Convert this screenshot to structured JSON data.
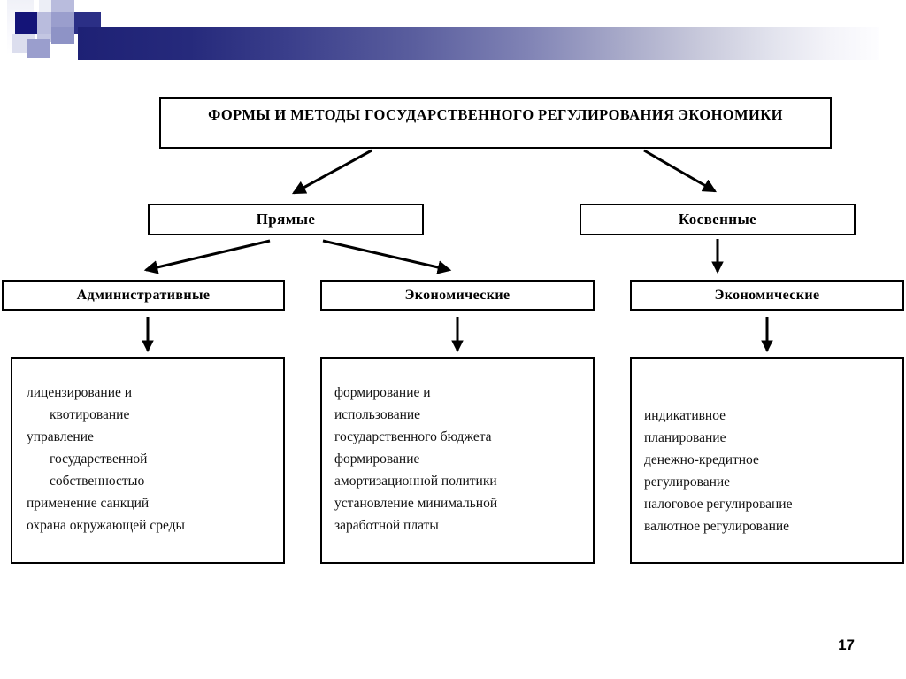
{
  "slide": {
    "page_number": "17",
    "accent_colors": {
      "navy": "#141478",
      "gradient_start": "#1e2175",
      "gradient_end": "#ffffff",
      "periwinkle": "#9a9ecd",
      "lilac": "#b9bcdd",
      "border": "#000000"
    }
  },
  "diagram": {
    "title": "ФОРМЫ И МЕТОДЫ ГОСУДАРСТВЕННОГО РЕГУЛИРОВАНИЯ ЭКОНОМИКИ",
    "level2": {
      "direct": "Прямые",
      "indirect": "Косвенные"
    },
    "level3": {
      "administrative": "Административные",
      "economic_direct": "Экономические",
      "economic_indirect": "Экономические"
    },
    "content": {
      "administrative": [
        {
          "text": "лицензирование и",
          "indent": false
        },
        {
          "text": "квотирование",
          "indent": true
        },
        {
          "text": "управление",
          "indent": false
        },
        {
          "text": "государственной",
          "indent": true
        },
        {
          "text": "собственностью",
          "indent": true
        },
        {
          "text": "применение санкций",
          "indent": false
        },
        {
          "text": "охрана окружающей среды",
          "indent": false
        }
      ],
      "economic_direct": [
        {
          "text": "формирование и",
          "indent": false
        },
        {
          "text": "использование",
          "indent": false
        },
        {
          "text": "государственного бюджета",
          "indent": false
        },
        {
          "text": "формирование",
          "indent": false
        },
        {
          "text": "амортизационной политики",
          "indent": false
        },
        {
          "text": "установление минимальной",
          "indent": false
        },
        {
          "text": "заработной платы",
          "indent": false
        }
      ],
      "economic_indirect": [
        {
          "text": "индикативное",
          "indent": false
        },
        {
          "text": "планирование",
          "indent": false
        },
        {
          "text": "денежно-кредитное",
          "indent": false
        },
        {
          "text": "регулирование",
          "indent": false
        },
        {
          "text": "налоговое регулирование",
          "indent": false
        },
        {
          "text": "валютное регулирование",
          "indent": false
        }
      ]
    },
    "connectors": [
      {
        "name": "title-to-direct",
        "type": "diagonal-arrow"
      },
      {
        "name": "title-to-indirect",
        "type": "diagonal-arrow"
      },
      {
        "name": "direct-to-administrative",
        "type": "diagonal-arrow"
      },
      {
        "name": "direct-to-economic",
        "type": "diagonal-arrow"
      },
      {
        "name": "indirect-to-economic",
        "type": "vertical-arrow"
      },
      {
        "name": "administrative-to-list",
        "type": "vertical-arrow"
      },
      {
        "name": "economic-direct-to-list",
        "type": "vertical-arrow"
      },
      {
        "name": "economic-indirect-to-list",
        "type": "vertical-arrow"
      }
    ]
  }
}
